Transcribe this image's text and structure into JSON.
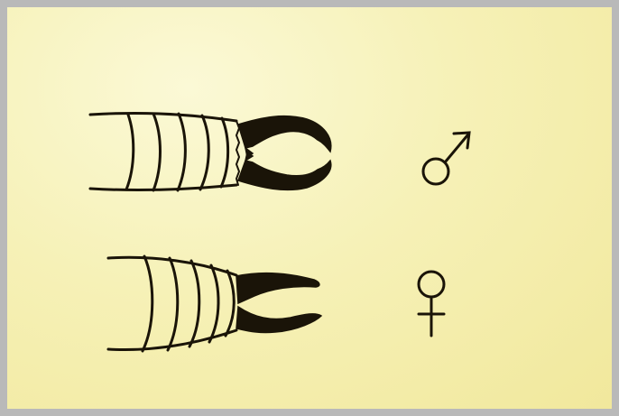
{
  "figure": {
    "paper_color": "#f6f1b7",
    "ink_color": "#1a1408",
    "frame_color": "#b9b9b9",
    "rows": [
      {
        "sex": "male",
        "symbol_icon": "male-symbol-icon",
        "forceps_shape": "curved-hooked"
      },
      {
        "sex": "female",
        "symbol_icon": "female-symbol-icon",
        "forceps_shape": "straight"
      }
    ]
  }
}
